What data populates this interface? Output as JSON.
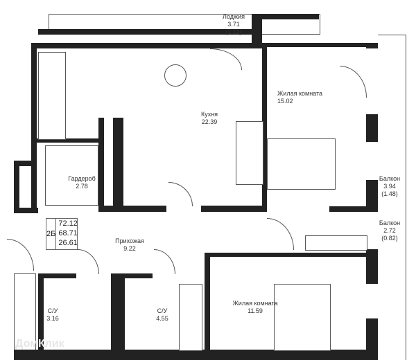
{
  "apartment": {
    "type": "2Б",
    "total_area": "72.12",
    "living_area_total": "68.71",
    "living_area": "26.61"
  },
  "rooms": [
    {
      "name": "Лоджия",
      "area": "3.71",
      "reduced": "(1.11)"
    },
    {
      "name": "Кухня",
      "area": "22.39"
    },
    {
      "name": "Жилая комната",
      "area": "15.02"
    },
    {
      "name": "Гардероб",
      "area": "2.78"
    },
    {
      "name": "Балкон",
      "area": "3.94",
      "reduced": "(1.48)"
    },
    {
      "name": "Балкон",
      "area": "2.72",
      "reduced": "(0.82)"
    },
    {
      "name": "Прихожая",
      "area": "9.22"
    },
    {
      "name": "С/У",
      "area": "3.16"
    },
    {
      "name": "С/У",
      "area": "4.55"
    },
    {
      "name": "Жилая комната",
      "area": "11.59"
    }
  ],
  "watermark": "ДомКлик",
  "colors": {
    "wall": "#222222",
    "line": "#555555"
  }
}
